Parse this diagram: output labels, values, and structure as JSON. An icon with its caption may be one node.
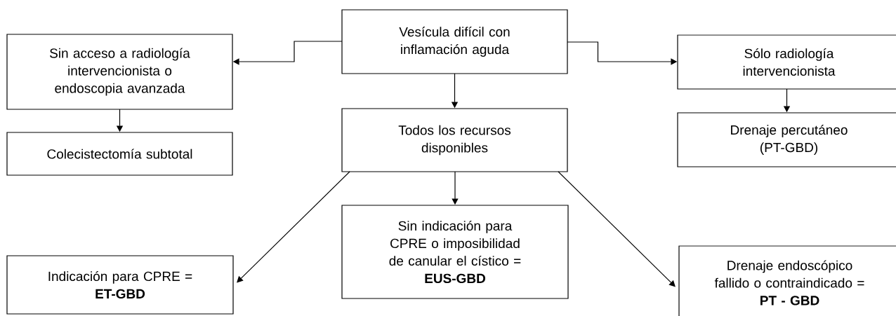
{
  "diagram": {
    "nodes": [
      {
        "text": [
          "Vesícula difícil con inflamación aguda"
        ]
      },
      {
        "text": [
          "Sin acceso a radiología intervencionista o endoscopia avanzada"
        ]
      },
      {
        "text": [
          "Sólo radiología intervencionista"
        ]
      },
      {
        "text": [
          "Colecistectomía subtotal"
        ]
      },
      {
        "text": [
          "Todos los recursos disponibles"
        ]
      },
      {
        "text": [
          "Drenaje percutáneo (PT-GBD)"
        ]
      },
      {
        "text": [
          "Indicación para CPRE =",
          "ET-GBD"
        ]
      },
      {
        "text": [
          "Sin indicación para CPRE o imposibilidad de canular el cístico =",
          "EUS-GBD"
        ]
      },
      {
        "text": [
          "Drenaje endoscópico fallido o contraindicado =",
          "PT - GBD"
        ]
      }
    ],
    "edges": [
      {
        "from": 0,
        "to": 1,
        "arrow": "to"
      },
      {
        "from": 0,
        "to": 2,
        "arrow": "to"
      },
      {
        "from": 0,
        "to": 4,
        "arrow": "to"
      },
      {
        "from": 1,
        "to": 3,
        "arrow": "to"
      },
      {
        "from": 2,
        "to": 5,
        "arrow": "to"
      },
      {
        "from": 4,
        "to": 6,
        "arrow": "to"
      },
      {
        "from": 4,
        "to": 7,
        "arrow": "to"
      },
      {
        "from": 4,
        "to": 8,
        "arrow": "to"
      }
    ]
  }
}
